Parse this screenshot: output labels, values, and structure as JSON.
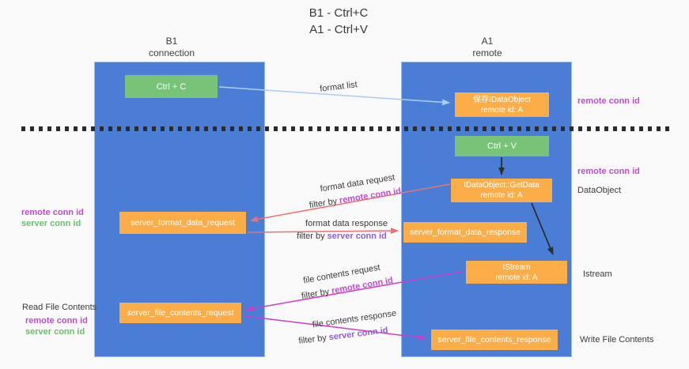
{
  "title": {
    "line1": "B1 - Ctrl+C",
    "line2": "A1 - Ctrl+V"
  },
  "lanes": {
    "left": {
      "name": "B1",
      "role": "connection"
    },
    "right": {
      "name": "A1",
      "role": "remote"
    }
  },
  "nodes": {
    "ctrl_c": {
      "label": "Ctrl + C"
    },
    "save_idataobject": {
      "line1": "保存IDataObject",
      "line2": "remote id: A"
    },
    "ctrl_v": {
      "label": "Ctrl + V"
    },
    "idataobject_getdata": {
      "line1": "IDataObject::GetData",
      "line2": "remote id: A"
    },
    "server_format_data_request": {
      "label": "server_format_data_request"
    },
    "server_format_data_response": {
      "label": "server_format_data_response"
    },
    "istream": {
      "line1": "IStream",
      "line2": "remote id: A"
    },
    "server_file_contents_request": {
      "label": "server_file_contents_request"
    },
    "server_file_contents_response": {
      "label": "server_file_contents_response"
    }
  },
  "edge_labels": {
    "format_list": "format list",
    "format_data_request": "format data request",
    "format_data_response": "format data response",
    "file_contents_request": "file contents request",
    "file_contents_response": "file contents response",
    "filter_by": "filter by",
    "remote_conn_id": "remote conn id",
    "server_conn_id": "server conn id"
  },
  "side_labels": {
    "remote_conn_id": "remote conn id",
    "server_conn_id": "server conn id",
    "dataobject": "DataObject",
    "istream": "Istream",
    "read_file_contents": "Read File Contents",
    "write_file_contents": "Write File Contents"
  },
  "edges": [
    {
      "from": "ctrl_c",
      "to": "save_idataobject",
      "label": "format list",
      "color": "lightblue"
    },
    {
      "from": "ctrl_v",
      "to": "idataobject_getdata",
      "label": "",
      "color": "black"
    },
    {
      "from": "idataobject_getdata",
      "to": "server_format_data_request",
      "label": "format data request / filter by remote conn id",
      "color": "red"
    },
    {
      "from": "server_format_data_request",
      "to": "server_format_data_response",
      "label": "format data response / filter by server conn id",
      "color": "red"
    },
    {
      "from": "idataobject_getdata",
      "to": "istream",
      "label": "",
      "color": "black"
    },
    {
      "from": "istream",
      "to": "server_file_contents_request",
      "label": "file contents request / filter by remote conn id",
      "color": "magenta"
    },
    {
      "from": "server_file_contents_request",
      "to": "server_file_contents_response",
      "label": "file contents response / filter by server conn id",
      "color": "magenta"
    }
  ],
  "colors": {
    "background": "#F9F9F9",
    "lane_blue": "#4A7ED6",
    "lane_border": "#9DBBE9",
    "green_box": "#77C378",
    "orange_box": "#FBAE47",
    "arrow_lightblue": "#A9CEF0",
    "arrow_red": "#E97272",
    "arrow_magenta": "#C93FC9",
    "arrow_black": "#2F2F2F",
    "dash_black": "#2B2B2B",
    "text_dark": "#3B3B3B",
    "remote_conn_purple": "#BA4FC8",
    "server_conn_violet": "#8B5FD6",
    "server_conn_green": "#6DBE6E"
  }
}
